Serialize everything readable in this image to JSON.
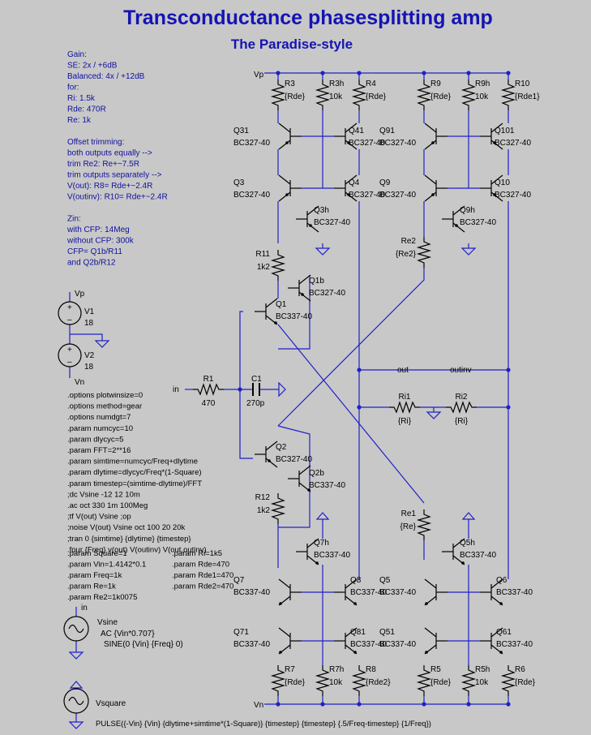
{
  "title": "Transconductance phasesplitting amp",
  "subtitle": "The Paradise-style",
  "notes_left": [
    "Gain:",
    "SE: 2x / +6dB",
    "Balanced: 4x / +12dB",
    "for:",
    "Ri:   1.5k",
    "Rde: 470R",
    "Re:    1k",
    "",
    "Offset trimming:",
    "both outputs equally -->",
    "trim Re2:    Re+~7.5R",
    "trim outputs separately -->",
    "V(out): R8= Rde+~2.4R",
    "V(outinv): R10= Rde+~2.4R",
    "",
    "Zin:",
    "with       CFP: 14Meg",
    "without CFP: 300k",
    "CFP= Q1b/R11",
    "   and Q2b/R12"
  ],
  "directives": [
    ".options plotwinsize=0",
    ".options method=gear",
    ".options numdgt=7",
    ".param numcyc=10",
    ".param dlycyc=5",
    ".param FFT=2**16",
    ".param simtime=numcyc/Freq+dlytime",
    ".param dlytime=dlycyc/Freq*(1-Square)",
    ".param timestep=(simtime-dlytime)/FFT",
    ";dc Vsine -12 12 10m",
    ".ac oct 330 1m 100Meg",
    ";tf V(out) Vsine                              ;op",
    ";noise V(out) Vsine oct 100 20 20k",
    ";tran 0 {simtime} {dlytime} {timestep}",
    ".four {Freq} v(out) V(outinv) V(out,outinv)"
  ],
  "params_left": [
    ".param Square=1",
    ".param Vin=1.4142*0.1",
    ".param Freq=1k",
    ".param Re=1k",
    ".param Re2=1k0075"
  ],
  "params_right": [
    ".param Ri=1k5",
    ".param Rde=470",
    ".param Rde1=470",
    ".param Rde2=470"
  ],
  "nets": {
    "vp": "Vp",
    "vn": "Vn",
    "in": "in",
    "out": "out",
    "outinv": "outinv"
  },
  "sources": {
    "v1_name": "V1",
    "v1_value": "18",
    "v2_name": "V2",
    "v2_value": "18",
    "vsine_name": "Vsine",
    "vsine_ac": "AC {Vin*0.707}",
    "vsine_sine": "SINE(0 {Vin} {Freq} 0)",
    "vsquare_name": "Vsquare",
    "vsquare_pulse": "PULSE({-Vin} {Vin} {dlytime+simtime*(1-Square)} {timestep} {timestep} {.5/Freq-timestep} {1/Freq})"
  },
  "resistors": [
    {
      "name": "R3",
      "value": "{Rde}"
    },
    {
      "name": "R3h",
      "value": "10k"
    },
    {
      "name": "R4",
      "value": "{Rde}"
    },
    {
      "name": "R9",
      "value": "{Rde}"
    },
    {
      "name": "R9h",
      "value": "10k"
    },
    {
      "name": "R10",
      "value": "{Rde1}"
    },
    {
      "name": "Re2",
      "value": "{Re2}"
    },
    {
      "name": "R11",
      "value": "1k2"
    },
    {
      "name": "R1",
      "value": "470"
    },
    {
      "name": "Ri1",
      "value": "{Ri}"
    },
    {
      "name": "Ri2",
      "value": "{Ri}"
    },
    {
      "name": "R12",
      "value": "1k2"
    },
    {
      "name": "Re1",
      "value": "{Re}"
    },
    {
      "name": "R7",
      "value": "{Rde}"
    },
    {
      "name": "R7h",
      "value": "10k"
    },
    {
      "name": "R8",
      "value": "{Rde2}"
    },
    {
      "name": "R5",
      "value": "{Rde}"
    },
    {
      "name": "R5h",
      "value": "10k"
    },
    {
      "name": "R6",
      "value": "{Rde}"
    }
  ],
  "capacitor": {
    "name": "C1",
    "value": "270p"
  },
  "transistors": [
    {
      "name": "Q31",
      "model": "BC327-40"
    },
    {
      "name": "Q41",
      "model": "BC327-40"
    },
    {
      "name": "Q91",
      "model": "BC327-40"
    },
    {
      "name": "Q101",
      "model": "BC327-40"
    },
    {
      "name": "Q3",
      "model": "BC327-40"
    },
    {
      "name": "Q4",
      "model": "BC327-40"
    },
    {
      "name": "Q9",
      "model": "BC327-40"
    },
    {
      "name": "Q10",
      "model": "BC327-40"
    },
    {
      "name": "Q3h",
      "model": "BC327-40"
    },
    {
      "name": "Q9h",
      "model": "BC327-40"
    },
    {
      "name": "Q1b",
      "model": "BC327-40"
    },
    {
      "name": "Q1",
      "model": "BC337-40"
    },
    {
      "name": "Q2",
      "model": "BC327-40"
    },
    {
      "name": "Q2b",
      "model": "BC337-40"
    },
    {
      "name": "Q7h",
      "model": "BC337-40"
    },
    {
      "name": "Q5h",
      "model": "BC337-40"
    },
    {
      "name": "Q7",
      "model": "BC337-40"
    },
    {
      "name": "Q8",
      "model": "BC337-40"
    },
    {
      "name": "Q5",
      "model": "BC337-40"
    },
    {
      "name": "Q6",
      "model": "BC337-40"
    },
    {
      "name": "Q71",
      "model": "BC337-40"
    },
    {
      "name": "Q81",
      "model": "BC337-40"
    },
    {
      "name": "Q51",
      "model": "BC337-40"
    },
    {
      "name": "Q61",
      "model": "BC337-40"
    }
  ]
}
